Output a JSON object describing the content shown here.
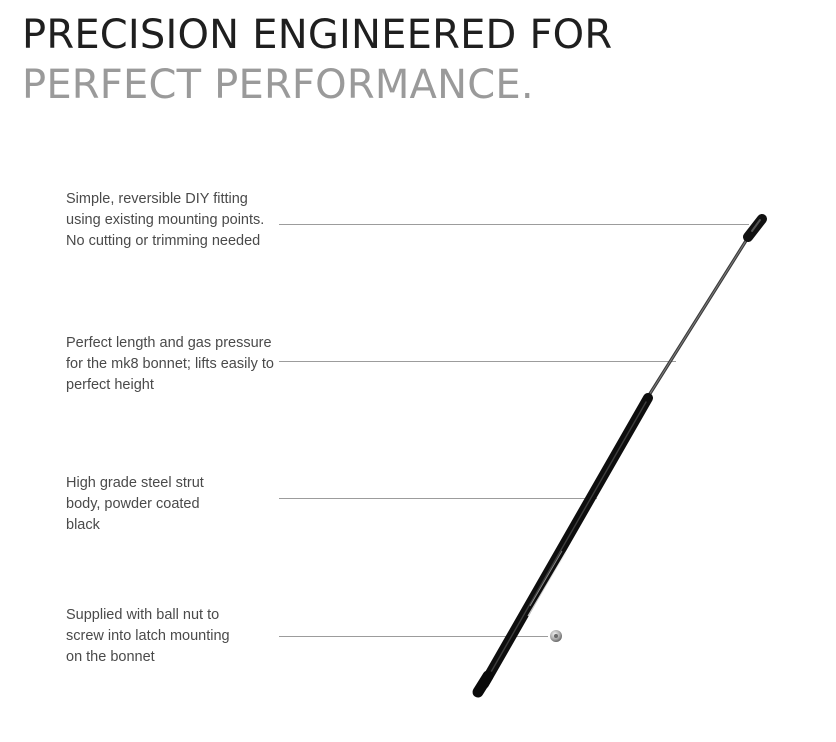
{
  "headline": {
    "line1": "PRECISION ENGINEERED FOR",
    "line2": "PERFECT PERFORMANCE."
  },
  "features": [
    {
      "text": "Simple, reversible DIY fitting using existing mounting points. No cutting or trimming needed"
    },
    {
      "text": "Perfect length and gas pressure for the mk8 bonnet; lifts easily to perfect height"
    },
    {
      "text": "High grade steel strut body, powder coated black"
    },
    {
      "text": "Supplied with ball nut to screw into latch mounting on the bonnet"
    }
  ],
  "colors": {
    "headline_dark": "#1f1f1f",
    "headline_light": "#9a9a9a",
    "body_text": "#4a4a4a",
    "callout_line": "#9c9c9c",
    "strut_body": "#111111"
  }
}
